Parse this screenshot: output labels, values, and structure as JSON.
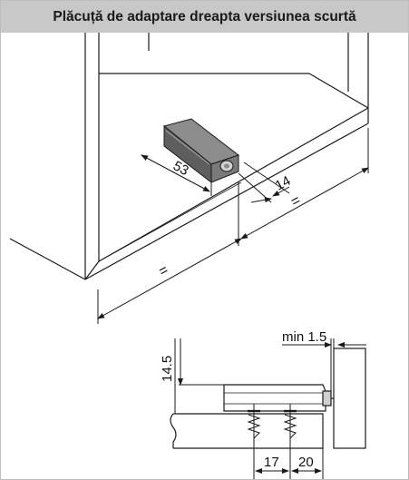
{
  "header": {
    "title": "Plăcuță de adaptare dreapta versiunea scurtă"
  },
  "top_view": {
    "dim_length": "53",
    "dim_offset": "14",
    "equal_right": "=",
    "equal_left": "="
  },
  "section_view": {
    "dim_min_gap": "min 1.5",
    "dim_height": "14.5",
    "dim_screw_1": "17",
    "dim_screw_2": "20"
  },
  "colors": {
    "header_bg": "#c8c8c8",
    "line": "#1a1a1a",
    "device_body": "#6e6e6e",
    "panel_fill": "#e6e6e6"
  }
}
